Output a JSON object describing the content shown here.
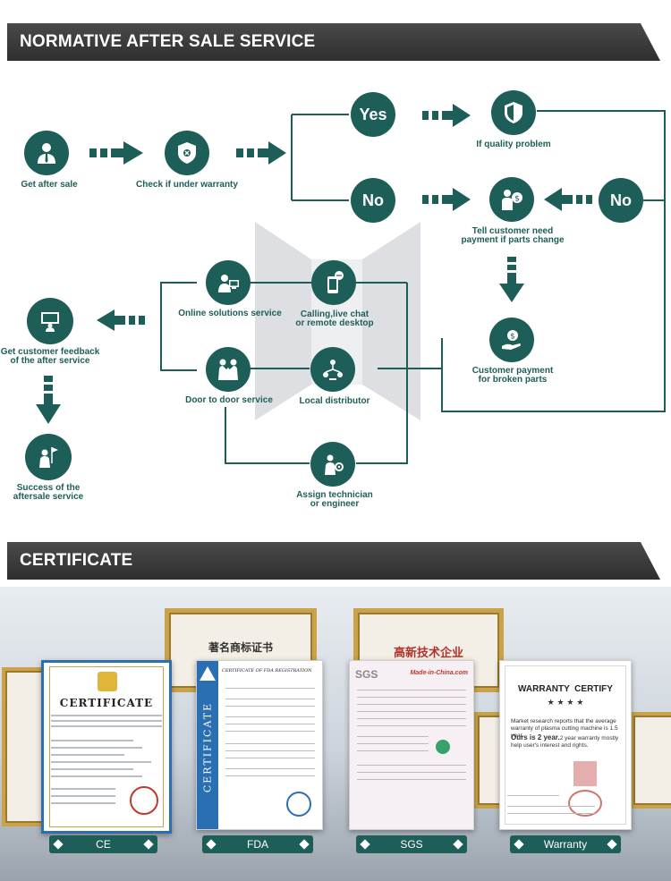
{
  "service_banner": {
    "title": "NORMATIVE AFTER SALE SERVICE"
  },
  "certificate_banner": {
    "title": "CERTIFICATE"
  },
  "flow": {
    "get_after_sale": "Get after sale",
    "check_warranty": "Check if under warranty",
    "yes": "Yes",
    "no": "No",
    "no_right": "No",
    "if_quality_problem": "If quality problem",
    "tell_customer": "Tell customer need\npayment if parts change",
    "online_solutions": "Online solutions service",
    "calling_chat": "Calling,live chat\nor remote desktop",
    "get_feedback": "Get customer feedback\nof the after service",
    "customer_payment": "Customer payment\nfor broken parts",
    "door_to_door": "Door to door service",
    "local_distributor": "Local distributor",
    "success": "Success of the\naftersale service",
    "assign_technician": "Assign technician\nor engineer"
  },
  "certificates": {
    "ce": {
      "caption": "CE",
      "heading": "CERTIFICATE"
    },
    "fda": {
      "caption": "FDA",
      "heading": "CERTIFICATE OF FDA REGISTRATION",
      "side_text": "CERTIFICATE"
    },
    "sgs": {
      "caption": "SGS",
      "logo": "SGS",
      "site": "Made-in-China.com"
    },
    "warranty": {
      "caption": "Warranty",
      "heading": "WARRANTY  CERTIFY",
      "stars": "★ ★ ★ ★",
      "body1": "Market research reports that the average warranty of plasma cutting machine is 1.5 year.",
      "body2_strong": "Ours is 2 year.",
      "body2": "2 year warranty mostly help user's interest and rights."
    },
    "wall_left": {
      "text": "著名商标证书"
    },
    "wall_right": {
      "text": "高新技术企业"
    }
  },
  "colors": {
    "accent": "#1e5e58",
    "banner": "#3a3a3a"
  }
}
